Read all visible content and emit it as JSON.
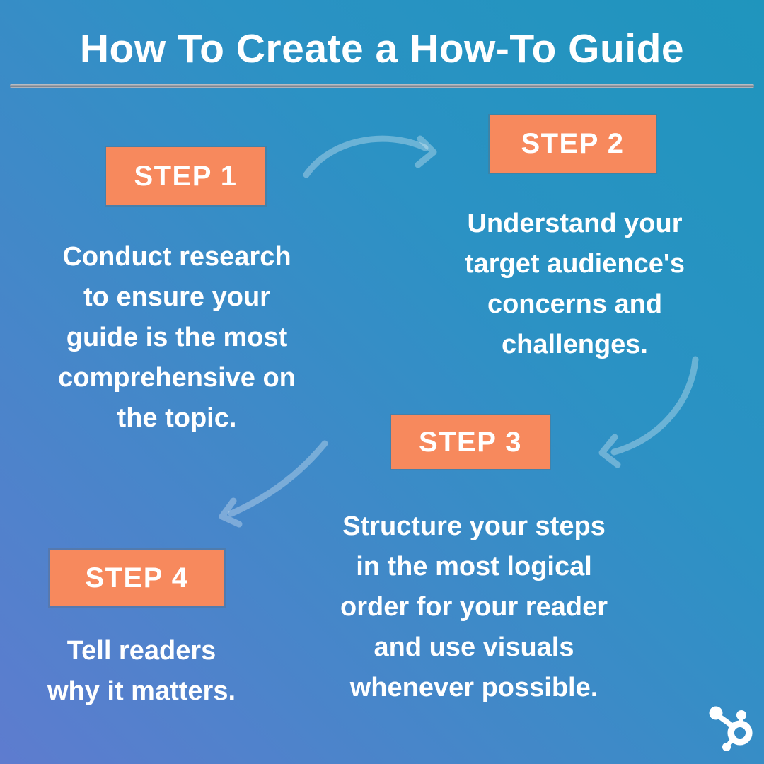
{
  "title": "How To Create a How-To Guide",
  "steps": [
    {
      "label": "STEP 1",
      "text": "Conduct research\nto ensure your\nguide is the most\ncomprehensive on\nthe topic."
    },
    {
      "label": "STEP 2",
      "text": "Understand your\ntarget audience's\nconcerns and\nchallenges."
    },
    {
      "label": "STEP 3",
      "text": "Structure your steps\nin the most logical\norder for your reader\nand use visuals\nwhenever possible."
    },
    {
      "label": "STEP 4",
      "text": "Tell readers\nwhy it matters."
    }
  ],
  "icons": {
    "logo": "hubspot-sprocket-icon",
    "flow": "curved-arrow-icons"
  },
  "colors": {
    "background_top_right": "#1f95bd",
    "background_bottom_left": "#5e7ccf",
    "badge_orange": "#f7895d",
    "text_white": "#ffffff",
    "divider_gray": "#7d8693",
    "arrow": "rgba(255,255,255,0.30)"
  }
}
